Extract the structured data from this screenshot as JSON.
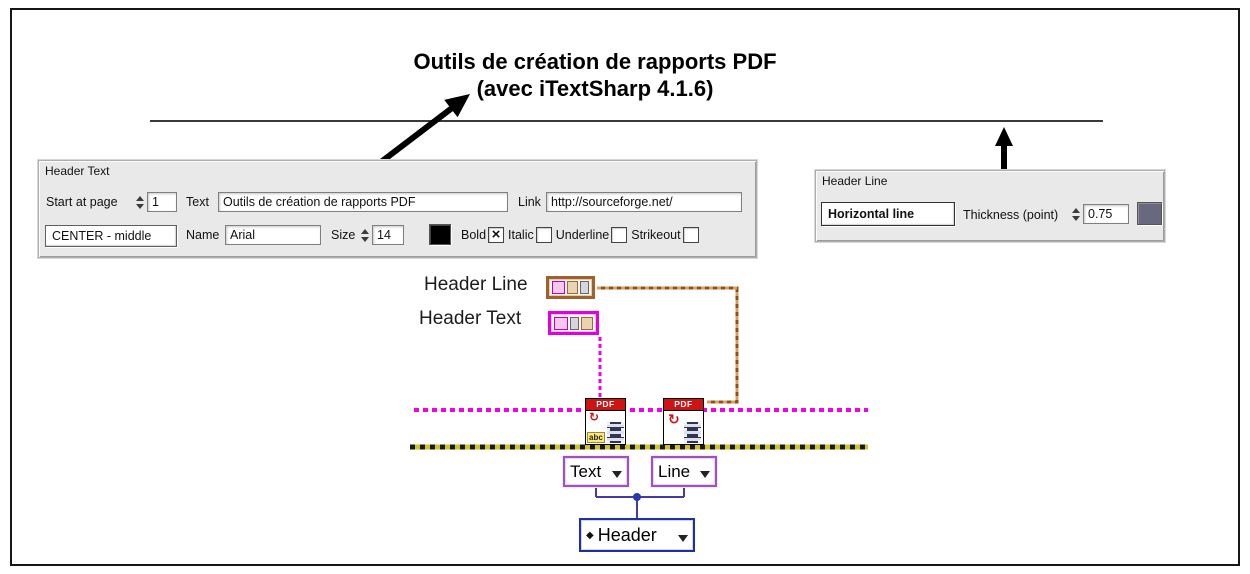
{
  "title": {
    "line1": "Outils de création de rapports PDF",
    "line2": "(avec iTextSharp 4.1.6)"
  },
  "header_text_panel": {
    "title": "Header Text",
    "start_at_page": {
      "label": "Start at page",
      "value": "1"
    },
    "text_field": {
      "label": "Text",
      "value": "Outils de création de rapports PDF"
    },
    "link_field": {
      "label": "Link",
      "value": "http://sourceforge.net/"
    },
    "alignment_value": "CENTER - middle",
    "name_field": {
      "label": "Name",
      "value": "Arial"
    },
    "size_field": {
      "label": "Size",
      "value": "14"
    },
    "font_color": "#000000",
    "checkboxes": [
      {
        "label": "Bold",
        "mark": "×"
      },
      {
        "label": "Italic",
        "mark": ""
      },
      {
        "label": "Underline",
        "mark": ""
      },
      {
        "label": "Strikeout",
        "mark": ""
      }
    ]
  },
  "header_line_panel": {
    "title": "Header Line",
    "line_type_value": "Horizontal line",
    "thickness": {
      "label": "Thickness (point)",
      "value": "0.75"
    },
    "line_color": "#68687f"
  },
  "diagram": {
    "header_line_label": "Header Line",
    "header_text_label": "Header Text",
    "vi_banner": "PDF",
    "abc_glyph": "abc",
    "convert_arrow_glyph": "↻",
    "enum_text_value": "Text",
    "enum_line_value": "Line",
    "enum_header_value": "Header",
    "enum_header_glyph": "◆"
  }
}
